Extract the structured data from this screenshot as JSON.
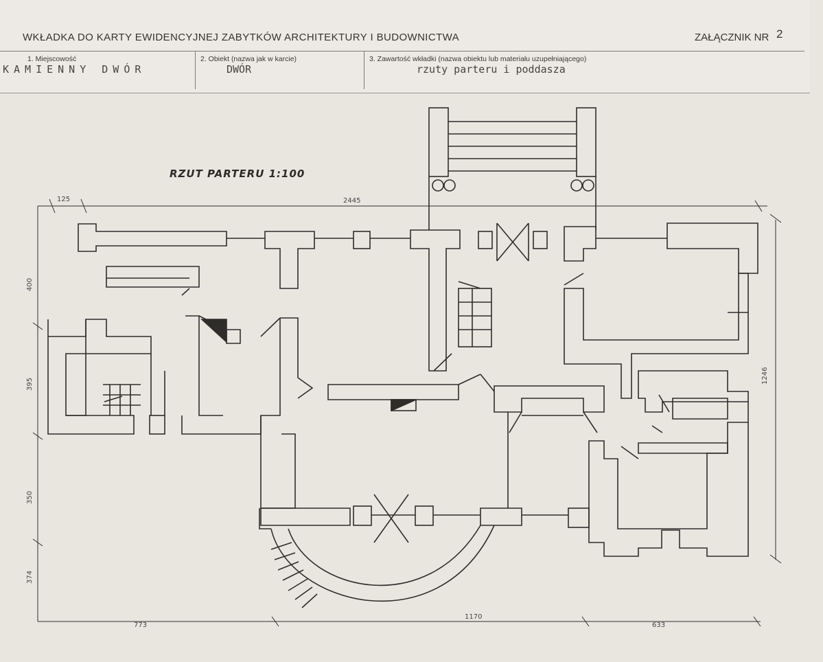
{
  "header": {
    "title": "WKŁADKA DO KARTY EWIDENCYJNEJ ZABYTKÓW ARCHITEKTURY I BUDOWNICTWA",
    "annex_label": "ZAŁĄCZNIK NR",
    "annex_number": "2",
    "fields": [
      {
        "label": "1. Miejscowość",
        "value": "KAMIENNY DWÓR"
      },
      {
        "label": "2. Obiekt (nazwa jak w karcie)",
        "value": "DWÓR"
      },
      {
        "label": "3. Zawartość wkładki (nazwa obiektu lub materiału uzupełniającego)",
        "value": "rzuty parteru i poddasza"
      }
    ]
  },
  "drawing": {
    "title": "RZUT PARTERU   1:100",
    "dimensions": {
      "top_small": "125",
      "top_total": "2445",
      "left_1": "400",
      "left_2": "395",
      "left_3": "350",
      "left_4": "374",
      "right_total": "1246",
      "bottom_1": "773",
      "bottom_2": "1170",
      "bottom_3": "633"
    }
  },
  "colors": {
    "paper": "#e9e6e0",
    "ink": "#2a2826",
    "line": "#7f7a73"
  }
}
